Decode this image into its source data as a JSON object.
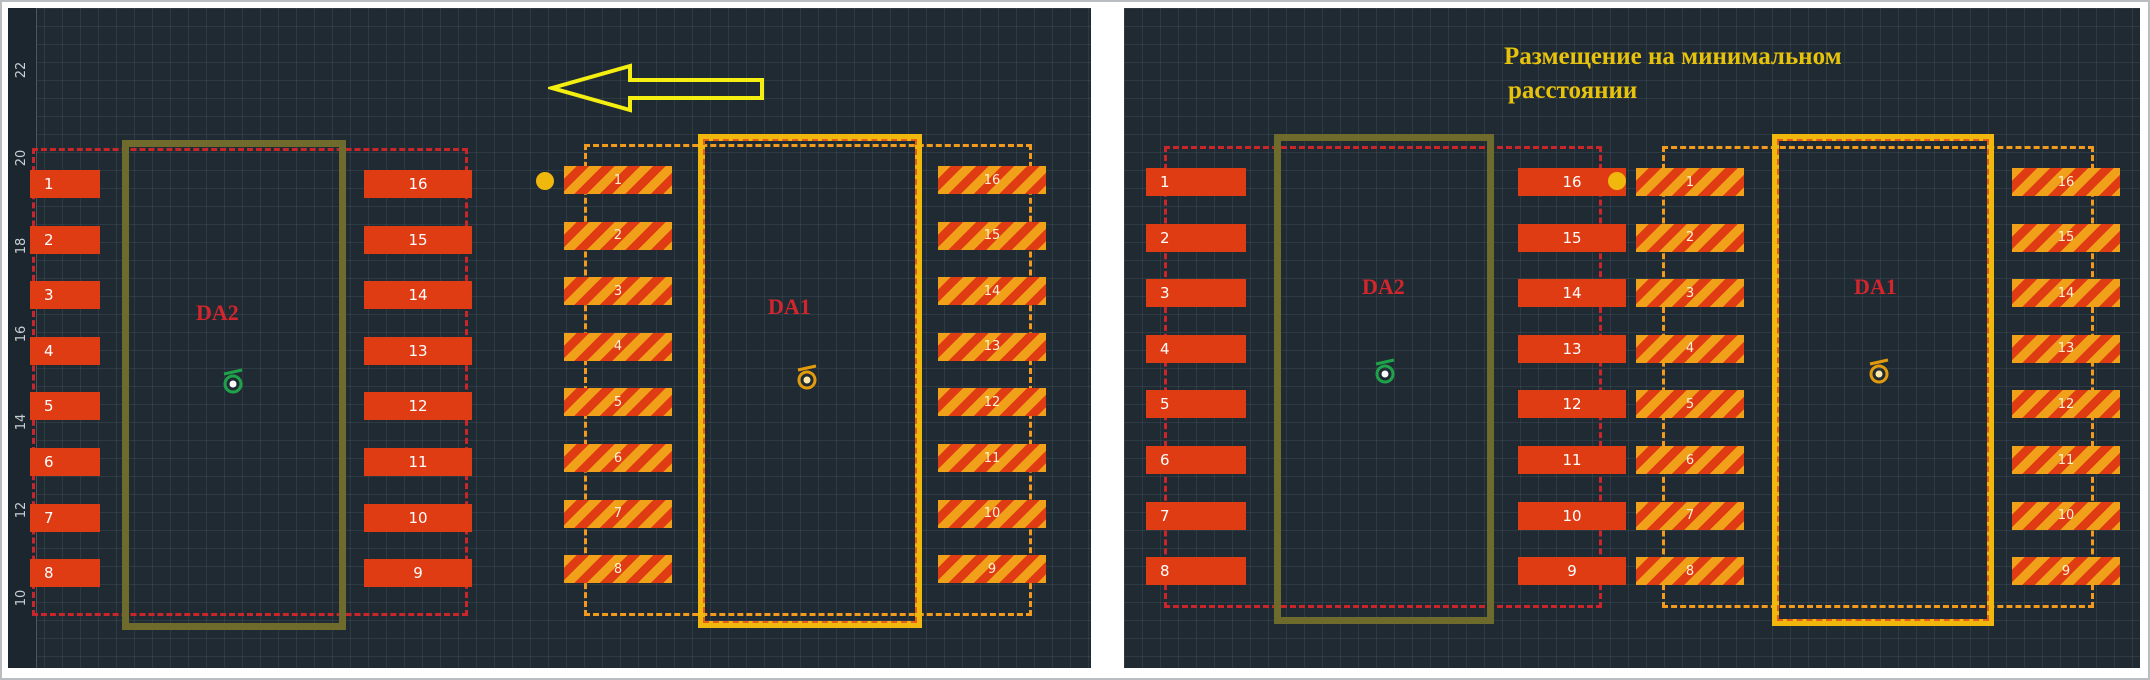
{
  "left_view": {
    "ruler_ticks": [
      "22",
      "20",
      "18",
      "16",
      "14",
      "12",
      "10"
    ],
    "component_da2": {
      "designator": "DA2",
      "left_pins": [
        "1",
        "2",
        "3",
        "4",
        "5",
        "6",
        "7",
        "8"
      ],
      "right_pins": [
        "16",
        "15",
        "14",
        "13",
        "12",
        "11",
        "10",
        "9"
      ]
    },
    "component_da1": {
      "designator": "DA1",
      "left_pins": [
        "1",
        "2",
        "3",
        "4",
        "5",
        "6",
        "7",
        "8"
      ],
      "right_pins": [
        "16",
        "15",
        "14",
        "13",
        "12",
        "11",
        "10",
        "9"
      ]
    },
    "arrow_icon": "left-arrow-icon"
  },
  "right_view": {
    "caption_line1": "Размещение на минимальном",
    "caption_line2": "расстоянии",
    "component_da2": {
      "designator": "DA2",
      "left_pins": [
        "1",
        "2",
        "3",
        "4",
        "5",
        "6",
        "7",
        "8"
      ],
      "right_pins": [
        "16",
        "15",
        "14",
        "13",
        "12",
        "11",
        "10",
        "9"
      ]
    },
    "component_da1": {
      "designator": "DA1",
      "left_pins": [
        "1",
        "2",
        "3",
        "4",
        "5",
        "6",
        "7",
        "8"
      ],
      "right_pins": [
        "16",
        "15",
        "14",
        "13",
        "12",
        "11",
        "10",
        "9"
      ]
    }
  },
  "colors": {
    "background": "#1f2a33",
    "pad": "#e03c14",
    "courtyard_red": "#c9262c",
    "courtyard_orange": "#f29a1d",
    "body_olive": "#6e6b2c",
    "body_yellow": "#f0b80c",
    "caption": "#e6c20c"
  }
}
